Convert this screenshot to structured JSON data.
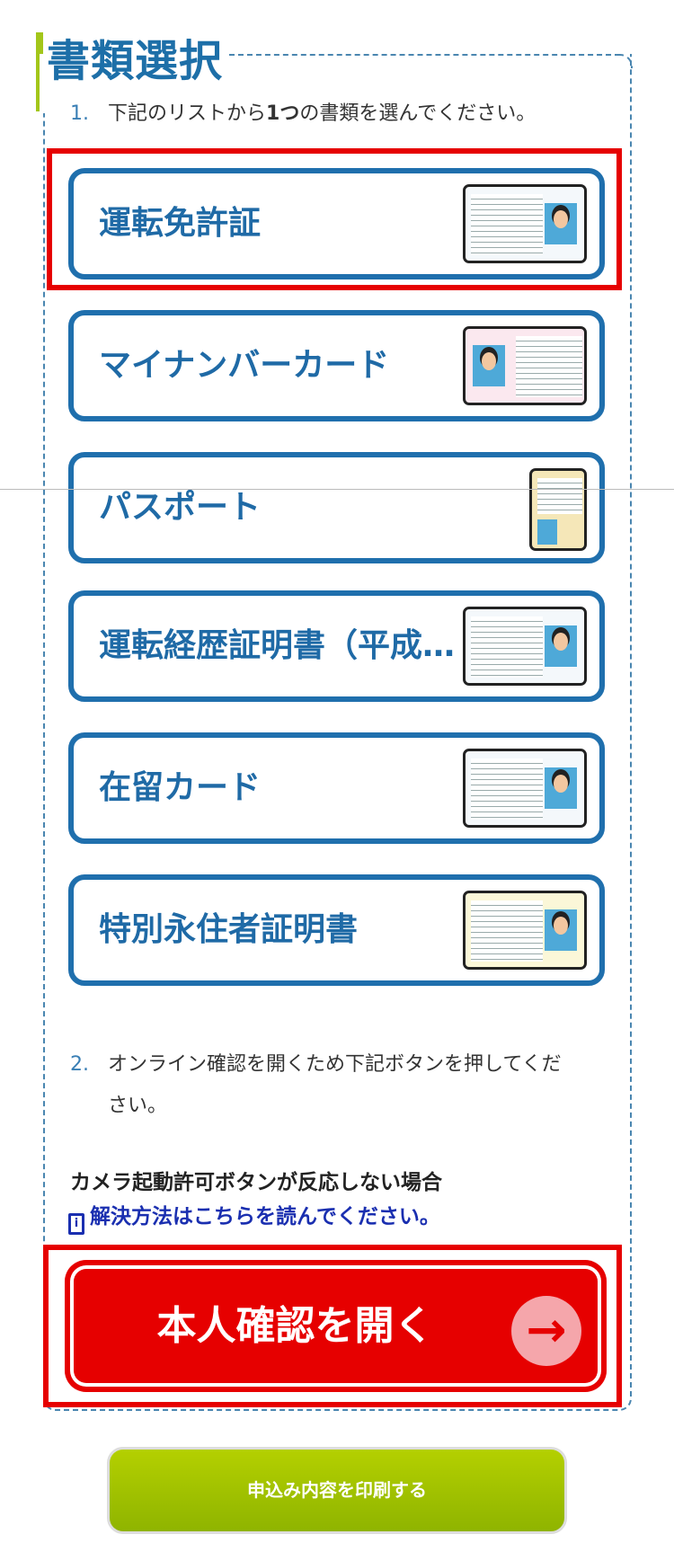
{
  "heading": "書類選択",
  "step1": {
    "num": "1.",
    "text_a": "下記のリストから",
    "text_bold": "1つ",
    "text_b": "の書類を選んでください。"
  },
  "documents": [
    {
      "label": "運転免許証",
      "icon": "drivers-license-card-icon"
    },
    {
      "label": "マイナンバーカード",
      "icon": "my-number-card-icon"
    },
    {
      "label": "パスポート",
      "icon": "passport-icon"
    },
    {
      "label": "運転経歴証明書（平成…",
      "icon": "driving-history-certificate-icon"
    },
    {
      "label": "在留カード",
      "icon": "residence-card-icon"
    },
    {
      "label": "特別永住者証明書",
      "icon": "special-permanent-resident-card-icon"
    }
  ],
  "step2": {
    "num": "2.",
    "line1": "オンライン確認を開くため下記ボタンを押してくだ",
    "line2": "さい。"
  },
  "camera_note": "カメラ起動許可ボタンが反応しない場合",
  "help_link": "解決方法はこちらを読んでください。",
  "help_icon_glyph": "i",
  "open_button": "本人確認を開く",
  "arrow_glyph": "→",
  "print_button": "申込み内容を印刷する",
  "colors": {
    "accent_blue": "#1f6fad",
    "red": "#e60000",
    "green": "#a3c61a"
  }
}
